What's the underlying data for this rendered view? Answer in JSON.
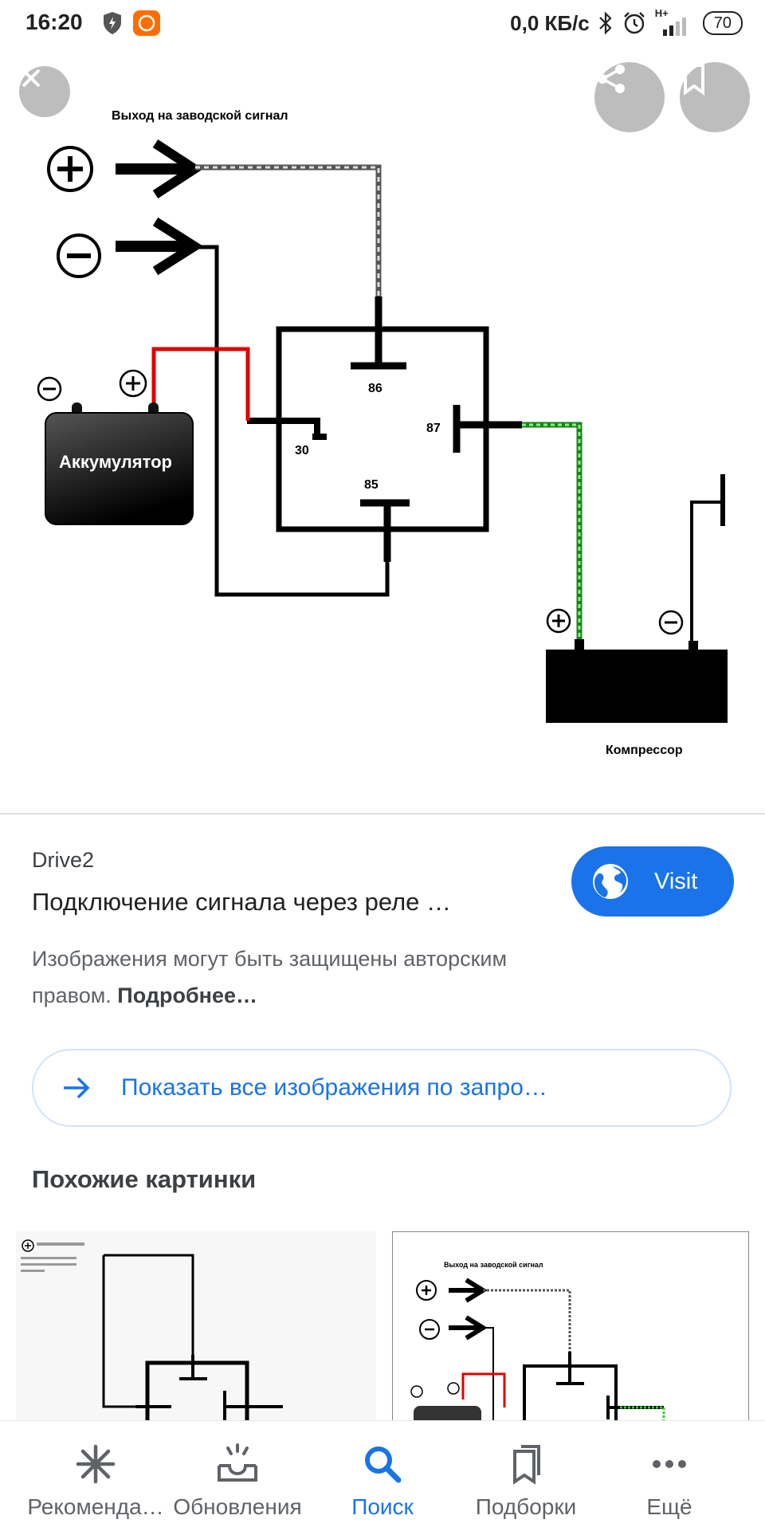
{
  "status_bar": {
    "time": "16:20",
    "speed": "0,0 КБ/с",
    "network": "H+",
    "battery": "70"
  },
  "diagram": {
    "signal_label": "Выход на заводской сигнал",
    "battery_label": "Аккумулятор",
    "compressor_label": "Компрессор",
    "pin_86": "86",
    "pin_87": "87",
    "pin_30": "30",
    "pin_85": "85"
  },
  "result": {
    "source": "Drive2",
    "title": "Подключение сигнала через реле …",
    "copyright_text": "Изображения могут быть защищены авторским правом.",
    "copyright_link": "Подробнее…",
    "visit_label": "Visit",
    "show_all_label": "Показать все изображения по запро…"
  },
  "similar": {
    "title": "Похожие картинки",
    "thumb2_caption": "Выход на заводской сигнал"
  },
  "bottom_nav": [
    {
      "label": "Рекоменда…",
      "icon": "asterisk-icon"
    },
    {
      "label": "Обновления",
      "icon": "inbox-updates-icon"
    },
    {
      "label": "Поиск",
      "icon": "search-icon",
      "active": true
    },
    {
      "label": "Подборки",
      "icon": "collections-icon"
    },
    {
      "label": "Ещё",
      "icon": "more-icon"
    }
  ],
  "colors": {
    "accent": "#1a73e8",
    "red_wire": "#e00000",
    "green_wire": "#33cc33"
  }
}
